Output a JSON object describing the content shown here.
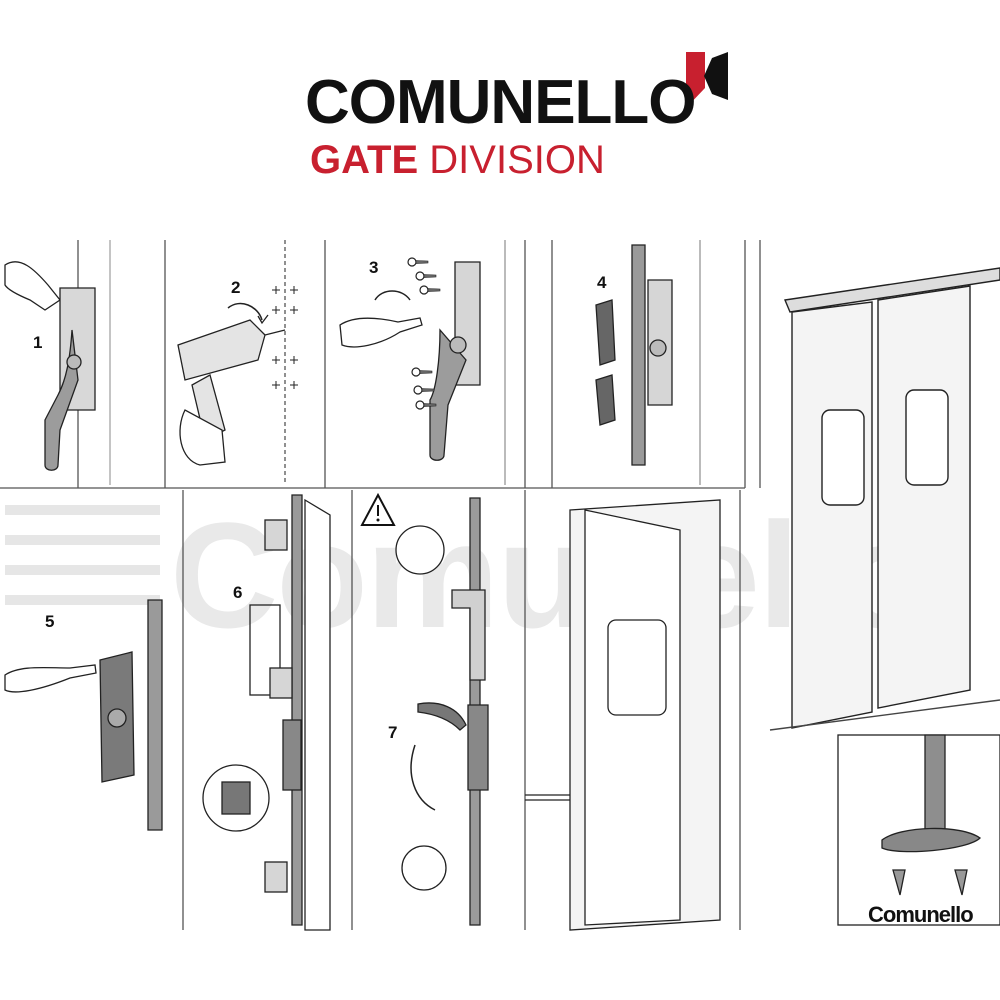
{
  "brand": {
    "name": "COMUNELLO",
    "division_bold": "GATE",
    "division_rest": " DIVISION",
    "small_logo": "Comunello",
    "watermark": "Comunello",
    "colors": {
      "red": "#c8202f",
      "black": "#111111",
      "watermark": "#e9e9e9"
    }
  },
  "steps": [
    "1",
    "2",
    "3",
    "4",
    "5",
    "6",
    "7"
  ],
  "icons": [
    "hand-screwdriver-icon",
    "drill-icon",
    "screw-icon",
    "warning-triangle-icon",
    "magnifier-detail-icon",
    "rotate-arrow-icon",
    "double-door-icon",
    "floor-stop-icon"
  ]
}
